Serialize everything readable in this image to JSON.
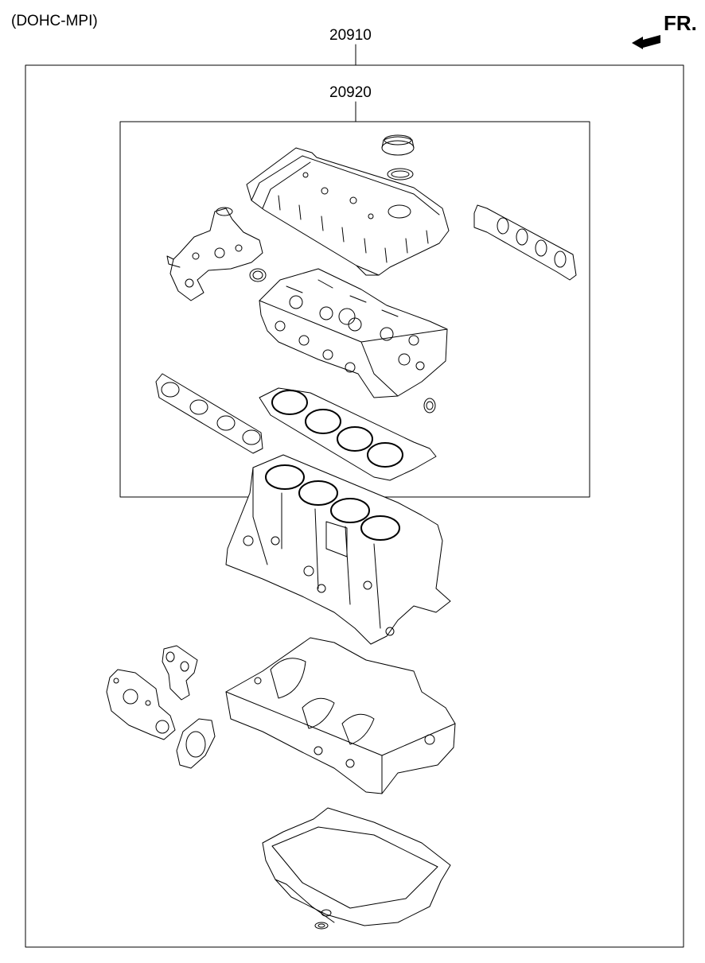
{
  "header": {
    "engine_type": "(DOHC-MPI)",
    "direction_label": "FR."
  },
  "assemblies": [
    {
      "part_number": "20910",
      "scope": "outer"
    },
    {
      "part_number": "20920",
      "scope": "inner"
    }
  ],
  "components": [
    "oil-filler-cap",
    "oil-filler-cap-seal",
    "cylinder-head-cover",
    "water-outlet-fitting",
    "water-outlet-o-ring",
    "exhaust-manifold-gasket",
    "cylinder-head",
    "camshaft-seal",
    "intake-manifold-gasket",
    "cylinder-head-gasket",
    "cylinder-block",
    "water-pump",
    "water-pump-gasket",
    "water-inlet-gasket",
    "lower-crankcase",
    "oil-pan",
    "drain-plug-gasket"
  ]
}
